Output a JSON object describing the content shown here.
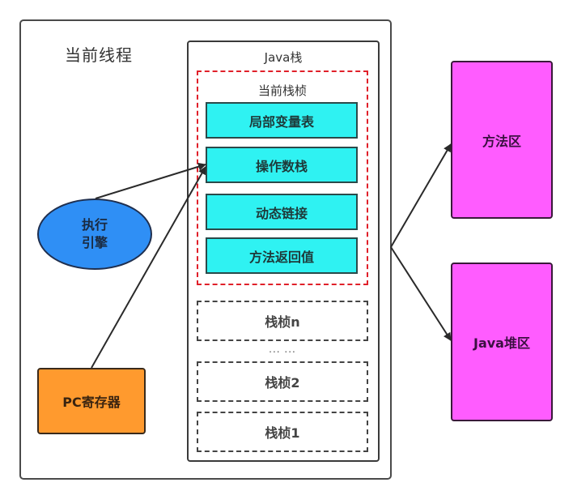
{
  "thread": {
    "title": "当前线程"
  },
  "java_stack": {
    "title": "Java栈",
    "current_frame": {
      "title": "当前栈桢",
      "cells": [
        {
          "label": "局部变量表"
        },
        {
          "label": "操作数栈"
        },
        {
          "label": "动态链接"
        },
        {
          "label": "方法返回值"
        }
      ]
    },
    "frames": [
      {
        "label": "栈桢n"
      },
      {
        "label": "栈桢2"
      },
      {
        "label": "栈桢1"
      }
    ],
    "ellipsis": "... ..."
  },
  "execution_engine": {
    "line1": "执行",
    "line2": "引擎"
  },
  "pc_register": {
    "label": "PC寄存器"
  },
  "method_area": {
    "label": "方法区"
  },
  "heap": {
    "label": "Java堆区"
  },
  "colors": {
    "cell_fill": "#2ff2f2",
    "engine_fill": "#2f8ff5",
    "pc_fill": "#ff9a2e",
    "area_fill": "#ff5cff",
    "current_frame_border": "#e0202a"
  }
}
